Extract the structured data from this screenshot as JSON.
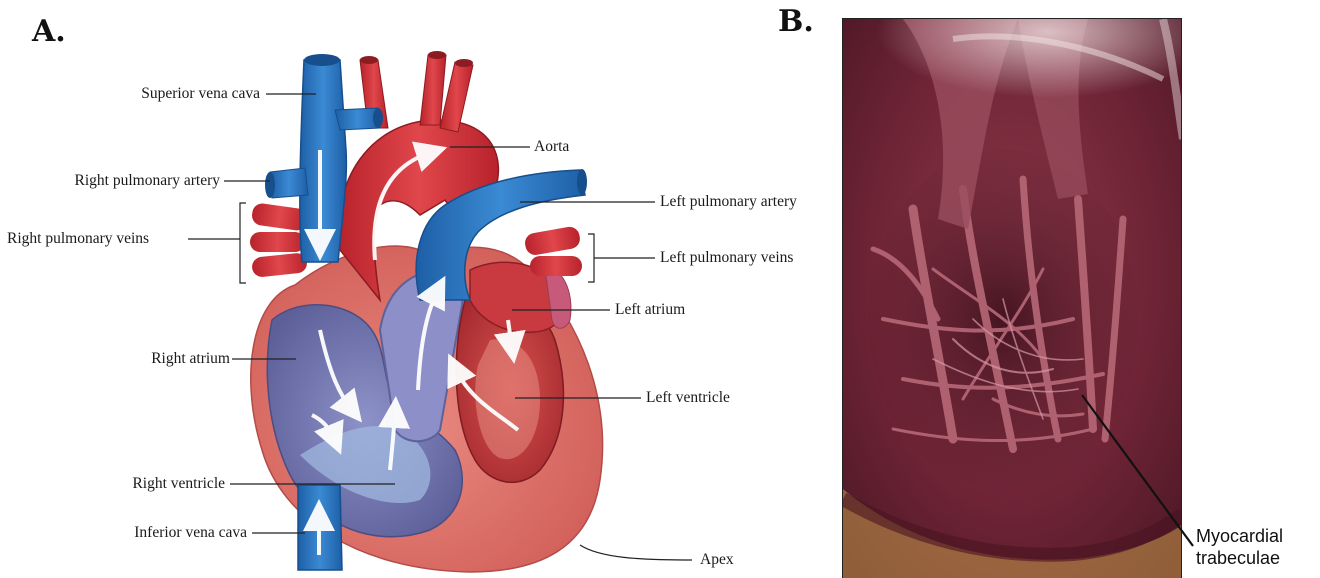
{
  "panels": {
    "a": "A.",
    "b": "B."
  },
  "diagram_labels": {
    "superior_vena_cava": "Superior vena cava",
    "right_pulmonary_artery": "Right pulmonary artery",
    "right_pulmonary_veins": "Right pulmonary veins",
    "right_atrium": "Right atrium",
    "right_ventricle": "Right ventricle",
    "inferior_vena_cava": "Inferior vena cava",
    "aorta": "Aorta",
    "left_pulmonary_artery": "Left pulmonary artery",
    "left_pulmonary_veins": "Left pulmonary veins",
    "left_atrium": "Left atrium",
    "left_ventricle": "Left ventricle",
    "apex": "Apex"
  },
  "photo_label_line1": "Myocardial",
  "photo_label_line2": "trabeculae",
  "colors": {
    "deoxygenated": "#2f7ec4",
    "oxygenated": "#d8393f",
    "muscle": "#e17d73",
    "chamber_right": "#7b7fb8",
    "tissue_photo": "#7a2c3c"
  }
}
